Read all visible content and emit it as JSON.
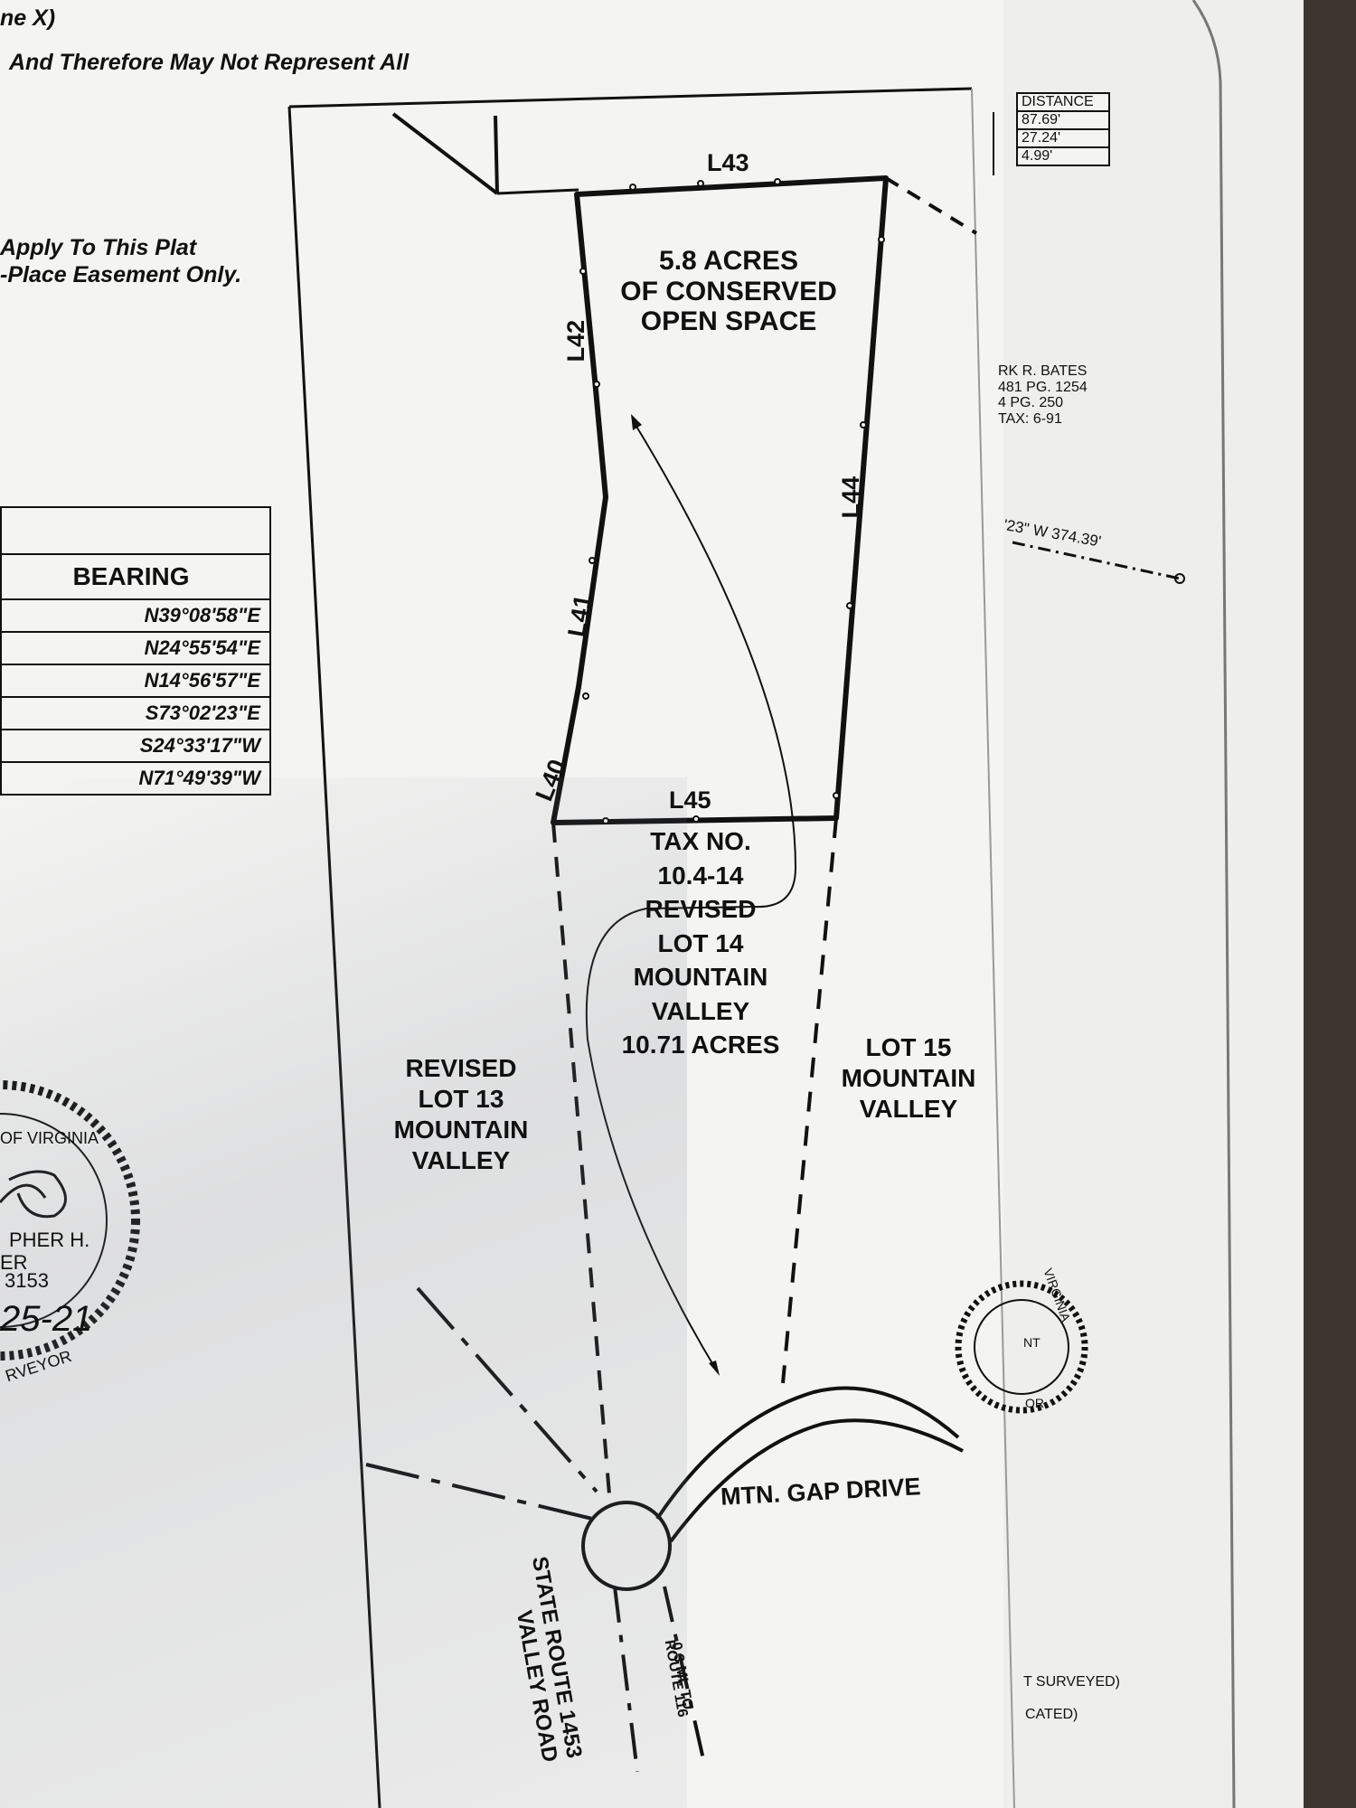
{
  "notes": {
    "top_fragment": "ne X)",
    "line1": "And Therefore May Not Represent All",
    "line2": "Apply To This Plat",
    "line3": "-Place Easement Only."
  },
  "bearing_table": {
    "header": "BEARING",
    "rows": [
      "N39°08'58\"E",
      "N24°55'54\"E",
      "N14°56'57\"E",
      "S73°02'23\"E",
      "S24°33'17\"W",
      "N71°49'39\"W"
    ]
  },
  "distance_table": {
    "header": "DISTANCE",
    "rows": [
      "87.69'",
      "27.24'",
      "4.99'"
    ]
  },
  "line_labels": {
    "l40": "L40",
    "l41": "L41",
    "l42": "L42",
    "l43": "L43",
    "l44": "L44",
    "l45": "L45"
  },
  "conserved": [
    "5.8 ACRES",
    "OF CONSERVED",
    "OPEN SPACE"
  ],
  "lot14": [
    "TAX NO.",
    "10.4-14",
    "REVISED",
    "LOT 14",
    "MOUNTAIN",
    "VALLEY",
    "10.71 ACRES"
  ],
  "lot13": [
    "REVISED",
    "LOT 13",
    "MOUNTAIN",
    "VALLEY"
  ],
  "lot15": [
    "LOT 15",
    "MOUNTAIN",
    "VALLEY"
  ],
  "roads": {
    "mtn_gap": "MTN. GAP DRIVE",
    "state_route_1": "STATE ROUTE 1453",
    "state_route_2": "VALLEY ROAD",
    "route116_1": "0.3 MI. TO",
    "route116_2": "ROUTE 116"
  },
  "adjoiner": [
    "RK R. BATES",
    "481  PG. 1254",
    "4  PG. 250",
    "TAX: 6-91"
  ],
  "bearing_note": "'23\" W  374.39'",
  "seal_left": {
    "ring": "OF VIRGINIA",
    "name": "PHER H.",
    "line2": "ER",
    "number": "3153",
    "date": "25-21",
    "bottom": "RVEYOR"
  },
  "seal_right": {
    "ring": "VIRGINIA",
    "mid": "NT",
    "bottom": "OR"
  },
  "legend_right": {
    "line1": "T SURVEYED)",
    "line2": "CATED)"
  }
}
